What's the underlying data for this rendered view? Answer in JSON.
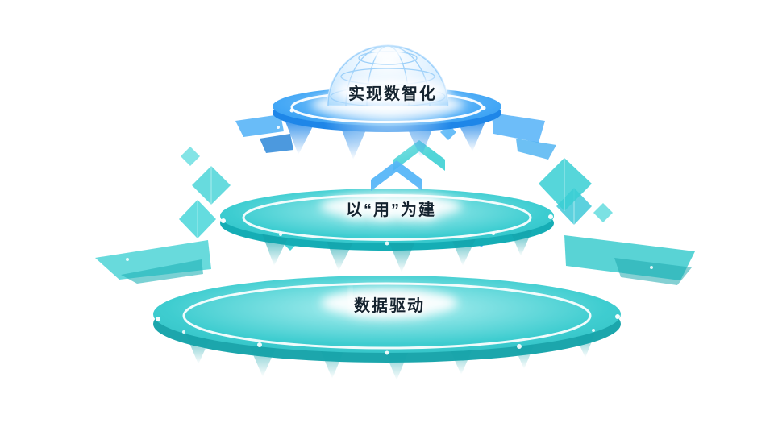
{
  "diagram": {
    "type": "layered-platform-pyramid",
    "tiers": [
      {
        "id": "top",
        "label": "实现数智化",
        "color": "#2E9BF5",
        "accent": "#1E86E8",
        "light": "#8CCBFA"
      },
      {
        "id": "middle",
        "label": "以“用”为建",
        "color": "#2CC8CC",
        "accent": "#15ADB5",
        "light": "#A9EDEE"
      },
      {
        "id": "bottom",
        "label": "数据驱动",
        "color": "#30C6C9",
        "accent": "#1CA6AC",
        "light": "#B4F1F2"
      }
    ],
    "text_color": "#15232F"
  }
}
